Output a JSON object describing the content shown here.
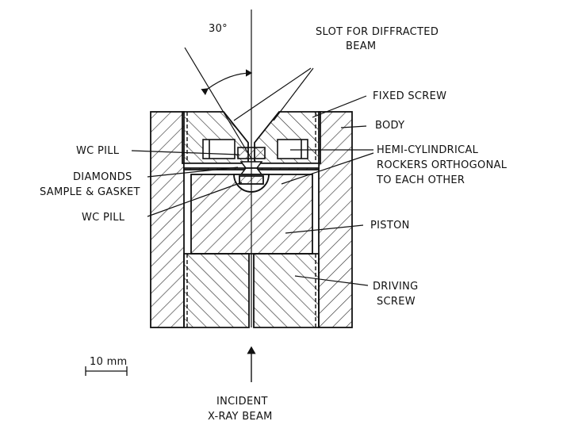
{
  "labels": {
    "angle": "30°",
    "slot_line1": "SLOT FOR DIFFRACTED",
    "slot_line2": "BEAM",
    "fixed_screw": "FIXED SCREW",
    "body": "BODY",
    "hemi_line1": "HEMI-CYLINDRICAL",
    "hemi_line2": "ROCKERS ORTHOGONAL",
    "hemi_line3": "TO EACH OTHER",
    "wc_pill_top": "WC PILL",
    "diamonds_line1": "DIAMONDS",
    "diamonds_line2": "SAMPLE & GASKET",
    "wc_pill_bottom": "WC PILL",
    "piston": "PISTON",
    "driving_line1": "DRIVING",
    "driving_line2": "SCREW",
    "scale": "10 mm",
    "incident_line1": "INCIDENT",
    "incident_line2": "X-RAY BEAM"
  },
  "colors": {
    "ink": "#111111",
    "hatch": "#333333"
  }
}
